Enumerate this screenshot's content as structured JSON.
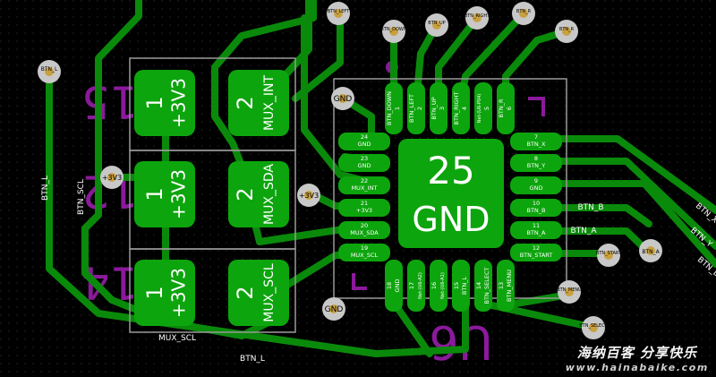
{
  "silkscreen": {
    "refdes_left": [
      "R15",
      "R12",
      "R14"
    ],
    "refdes_u": "U6"
  },
  "resistors": [
    {
      "pin1": "1",
      "pin1_net": "+3V3",
      "pin2": "2",
      "pin2_net": "MUX_INT"
    },
    {
      "pin1": "1",
      "pin1_net": "+3V3",
      "pin2": "2",
      "pin2_net": "MUX_SDA"
    },
    {
      "pin1": "1",
      "pin1_net": "+3V3",
      "pin2": "2",
      "pin2_net": "MUX_SCL"
    }
  ],
  "ic": {
    "center_pad_number": "25",
    "center_pad_net": "GND",
    "left_pins": [
      {
        "num": "24",
        "net": "GND"
      },
      {
        "num": "23",
        "net": "GND"
      },
      {
        "num": "22",
        "net": "MUX_INT"
      },
      {
        "num": "21",
        "net": "+3V3"
      },
      {
        "num": "20",
        "net": "MUX_SDA"
      },
      {
        "num": "19",
        "net": "MUX_SCL"
      }
    ],
    "right_pins": [
      {
        "num": "7",
        "net": "BTN_X"
      },
      {
        "num": "8",
        "net": "BTN_Y"
      },
      {
        "num": "9",
        "net": "GND"
      },
      {
        "num": "10",
        "net": "BTN_B"
      },
      {
        "num": "11",
        "net": "BTN_A"
      },
      {
        "num": "12",
        "net": "BTN_START"
      }
    ],
    "top_pins": [
      {
        "num": "1",
        "net": "BTN_DOWN"
      },
      {
        "num": "2",
        "net": "BTN_LEFT"
      },
      {
        "num": "3",
        "net": "BTN_UP"
      },
      {
        "num": "4",
        "net": "BTN_RIGHT"
      },
      {
        "num": "5",
        "net": "Net-(U6-P04)"
      },
      {
        "num": "6",
        "net": "BTN_R"
      }
    ],
    "bottom_pins": [
      {
        "num": "18",
        "net": "GND"
      },
      {
        "num": "17",
        "net": "Net-(U6-A2)"
      },
      {
        "num": "16",
        "net": "Net-(U6-A1)"
      },
      {
        "num": "15",
        "net": "BTN_L"
      },
      {
        "num": "14",
        "net": "BTN_SELECT"
      },
      {
        "num": "13",
        "net": "BTN_MENU"
      }
    ]
  },
  "via_labels": {
    "btn_l": "BTN_L",
    "v3v3_left": "+3V3",
    "v3v3_mid": "+3V3",
    "gnd_left": "GND",
    "gnd_bottom": "GND",
    "top_a": "BTN_LEFT",
    "top_b": "BTN_DOWN",
    "top_c": "BTN_UP",
    "top_d": "BTN_RIGHT",
    "top_e": "BTN_R",
    "right_a": "BTN_A",
    "right_b": "BTN_START",
    "bottom_a": "BTN_MENU",
    "bottom_b": "BTN_SELECT"
  },
  "trace_labels": {
    "btn_l_vertical": "BTN_L",
    "btn_l_bottom": "BTN_L",
    "mux_scl_left": "BTN_SCL",
    "mux_scl_bottom": "MUX_SCL",
    "btn_b": "BTN_B",
    "btn_a": "BTN_A",
    "btn_x_edge": "BTN_X",
    "btn_y_edge": "BTN_Y",
    "btn_b_edge": "BTN_B"
  },
  "watermark": {
    "cn": "海纳百客 分享快乐",
    "en": "www.hainabaike.com"
  },
  "colors": {
    "background": "#000000",
    "copper": "#0a8a0a",
    "copper_pad": "#0da50d",
    "silkscreen_purple": "#8a1a9a",
    "via_ring": "#c8c8c8",
    "via_hole": "#c8a040",
    "courtyard_gray": "#9a9a9a"
  }
}
